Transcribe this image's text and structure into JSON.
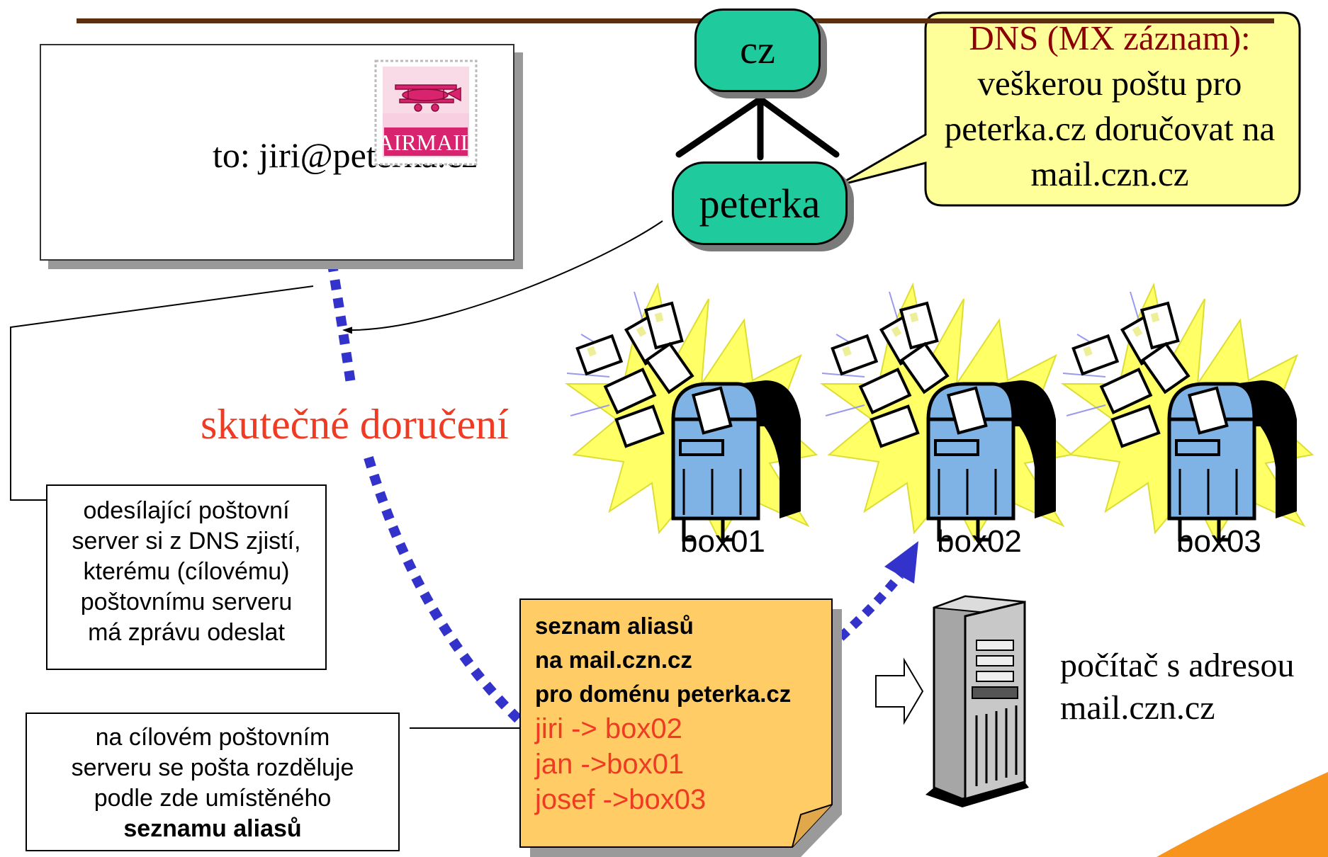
{
  "envelope": {
    "address": "to: jiri@peterka.cz",
    "stamp_text": "AIRMAIL"
  },
  "dns_tree": {
    "root_label": "cz",
    "child_label": "peterka"
  },
  "callout": {
    "title": "DNS (MX záznam):",
    "lines": [
      "veškerou poštu pro",
      "peterka.cz doručovat na",
      "mail.czn.cz"
    ]
  },
  "delivery_label": "skutečné doručení",
  "note_sender": {
    "lines": [
      "odesílající poštovní",
      "server si z DNS zjistí,",
      "kterému (cílovému)",
      "poštovnímu serveru",
      "má zprávu odeslat"
    ]
  },
  "note_target": {
    "lines": [
      "na cílovém poštovním",
      "serveru se pošta rozděluje",
      "podle zde umístěného"
    ],
    "bold_line": "seznamu aliasů"
  },
  "alias_list": {
    "header_lines": [
      "seznam aliasů",
      "na mail.czn.cz",
      "pro doménu peterka.cz"
    ],
    "entries": [
      "jiri -> box02",
      "jan ->box01",
      "josef ->box03"
    ]
  },
  "mailboxes": [
    "box01",
    "box02",
    "box03"
  ],
  "server": {
    "caption_lines": [
      "počítač s adresou",
      "mail.czn.cz"
    ]
  },
  "colors": {
    "node_fill": "#1fcb9c",
    "callout_fill": "#ffff99",
    "note_fill": "#ffcc66",
    "dotted_arrow": "#3333cc",
    "highlight_text": "#ef3b23",
    "callout_title": "#8b0000",
    "top_rule": "#5c2e10",
    "corner_accent": "#f7941d"
  }
}
